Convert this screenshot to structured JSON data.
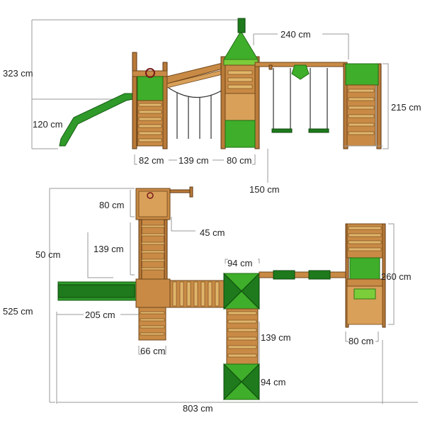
{
  "top_view_dims": {
    "height_total": "323 cm",
    "slide_height": "120 cm",
    "swing_width": "240 cm",
    "climb_height": "215 cm",
    "w1": "82 cm",
    "w2": "139 cm",
    "w3": "80 cm",
    "depth": "150 cm"
  },
  "plan_view_dims": {
    "tower_depth": "80 cm",
    "offset": "45 cm",
    "ladder_len": "139 cm",
    "side": "50 cm",
    "roof_w": "94 cm",
    "frame_len": "260 cm",
    "total_depth": "525 cm",
    "slide_len": "205 cm",
    "sandbox_w": "66 cm",
    "bridge_len": "139 cm",
    "roof2_w": "94 cm",
    "frame_w": "80 cm",
    "total_width": "803 cm"
  },
  "colors": {
    "wood": "#c88a45",
    "green": "#3fae2a",
    "dark_green": "#1e7a1c",
    "dimension_line": "#9a9a9a"
  }
}
